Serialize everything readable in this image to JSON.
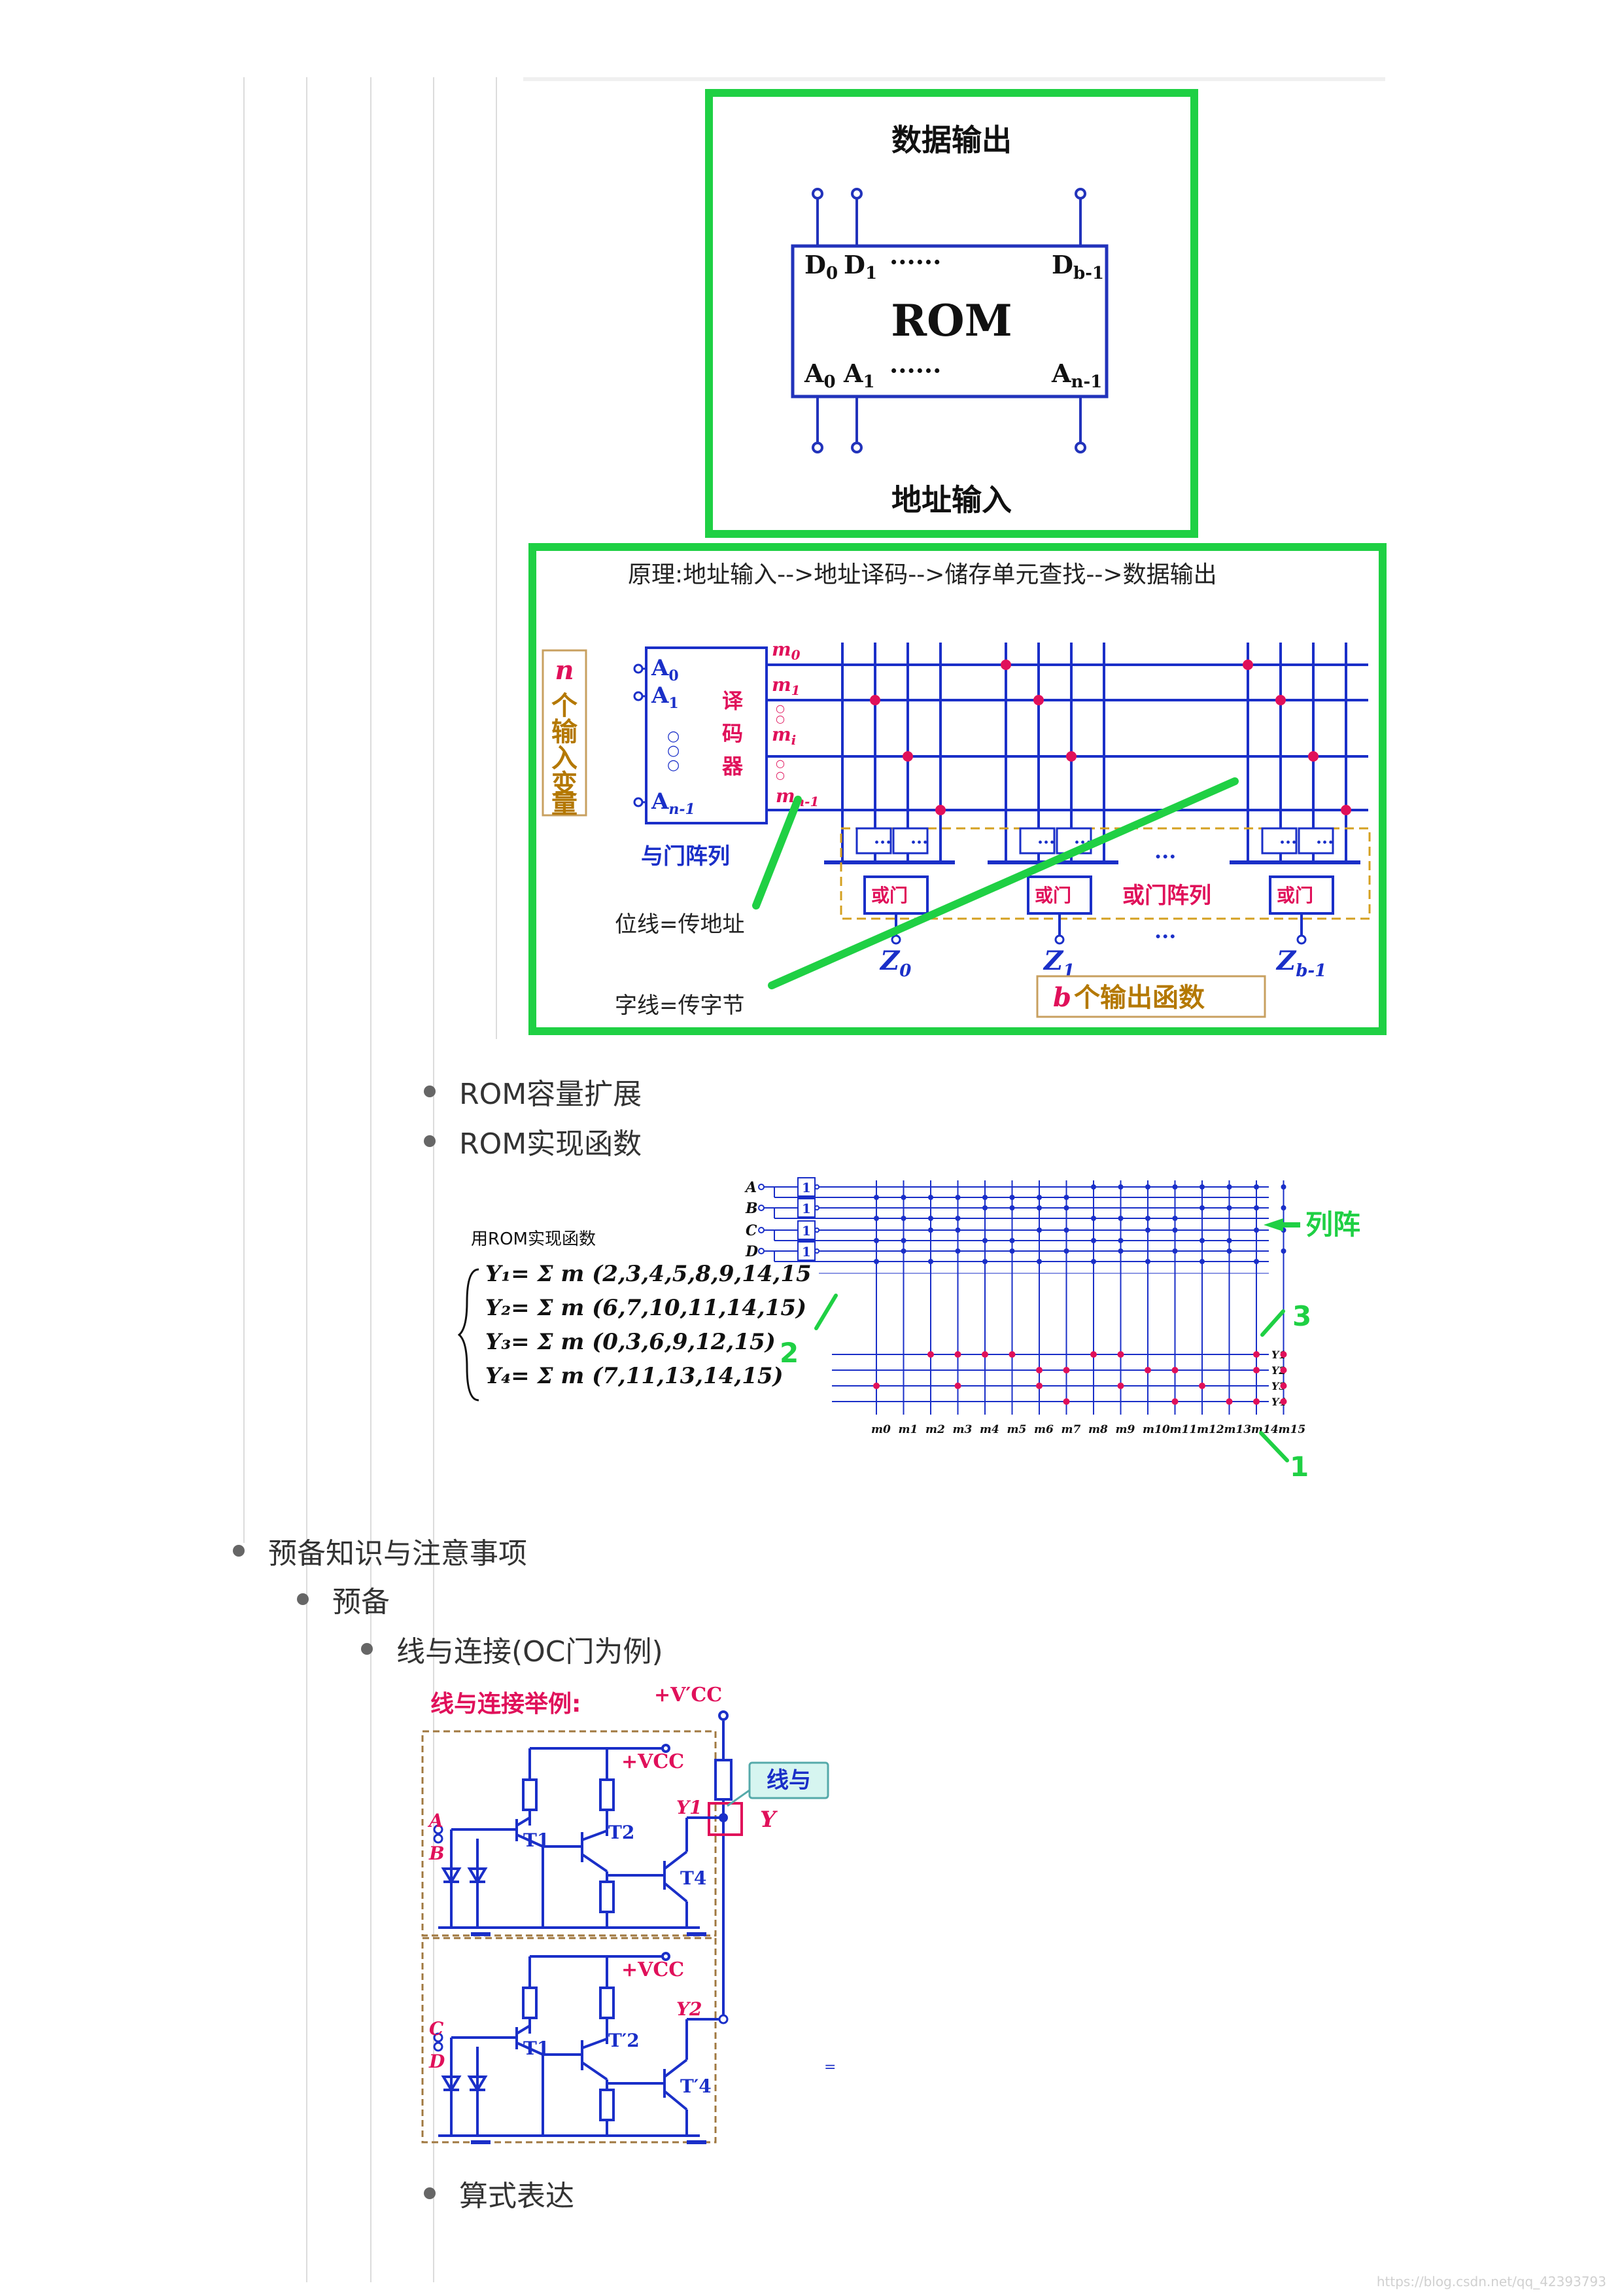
{
  "rom_block": {
    "data_output_label": "数据输出",
    "address_input_label": "地址输入",
    "chip_title": "ROM",
    "d_dots": "······",
    "a_dots": "······"
  },
  "rom_structure": {
    "principle": "原理:地址输入-->地址译码-->储存单元查找-->数据输出",
    "n_var_vertical": "个输入变量",
    "n_var_n": "n",
    "decoder_label": "译码器",
    "and_array_label": "与门阵列",
    "or_array_label": "或门阵列",
    "or_gate_label": "或门",
    "bit_line_note": "位线=传地址",
    "word_line_note": "字线=传字节",
    "outputs_b": "b",
    "outputs_rest": "个输出函数",
    "gate_dots": "···",
    "between_dots": "···"
  },
  "list_items": {
    "rom_expand": "ROM容量扩展",
    "rom_function": "ROM实现函数",
    "prep_knowledge": "预备知识与注意事项",
    "prep": "预备",
    "wired_and": "线与连接(OC门为例)",
    "formula": "算式表达"
  },
  "rom_function_figure": {
    "caption": "用ROM实现函数",
    "eq_y1": "Y₁= Σ m (2,3,4,5,8,9,14,15",
    "eq_y2": "Y₂= Σ m (6,7,10,11,14,15)",
    "eq_y3": "Y₃= Σ m (0,3,6,9,12,15)",
    "eq_y4": "Y₄= Σ m (7,11,13,14,15)",
    "inputs": [
      "A",
      "B",
      "C",
      "D"
    ],
    "buffer_label": "1",
    "outputs": [
      "Y1",
      "Y2",
      "Y3",
      "Y4"
    ],
    "minterms": [
      "m0",
      "m1",
      "m2",
      "m3",
      "m4",
      "m5",
      "m6",
      "m7",
      "m8",
      "m9",
      "m10",
      "m11",
      "m12",
      "m13",
      "m14",
      "m15"
    ],
    "annot_array": "列阵",
    "annot_1": "1",
    "annot_2": "2",
    "annot_3": "3"
  },
  "wired_and_figure": {
    "title": "线与连接举例:",
    "vcc_prime": "+V′CC",
    "vcc": "+VCC",
    "callout": "线与",
    "y_out": "Y",
    "y1": "Y1",
    "y2": "Y2",
    "t1": "T1",
    "t2": "T2",
    "t4": "T4",
    "t1p": "T1",
    "t2p": "T′2",
    "t4p": "T′4",
    "in_a": "A",
    "in_b": "B",
    "in_c": "C",
    "in_d": "D",
    "stray_mark": "="
  },
  "watermark": "https://blog.csdn.net/qq_42393793",
  "colors": {
    "green": "#1fd044",
    "blue": "#1a2fc8",
    "pink": "#e0105a",
    "tan": "#c8a060"
  }
}
